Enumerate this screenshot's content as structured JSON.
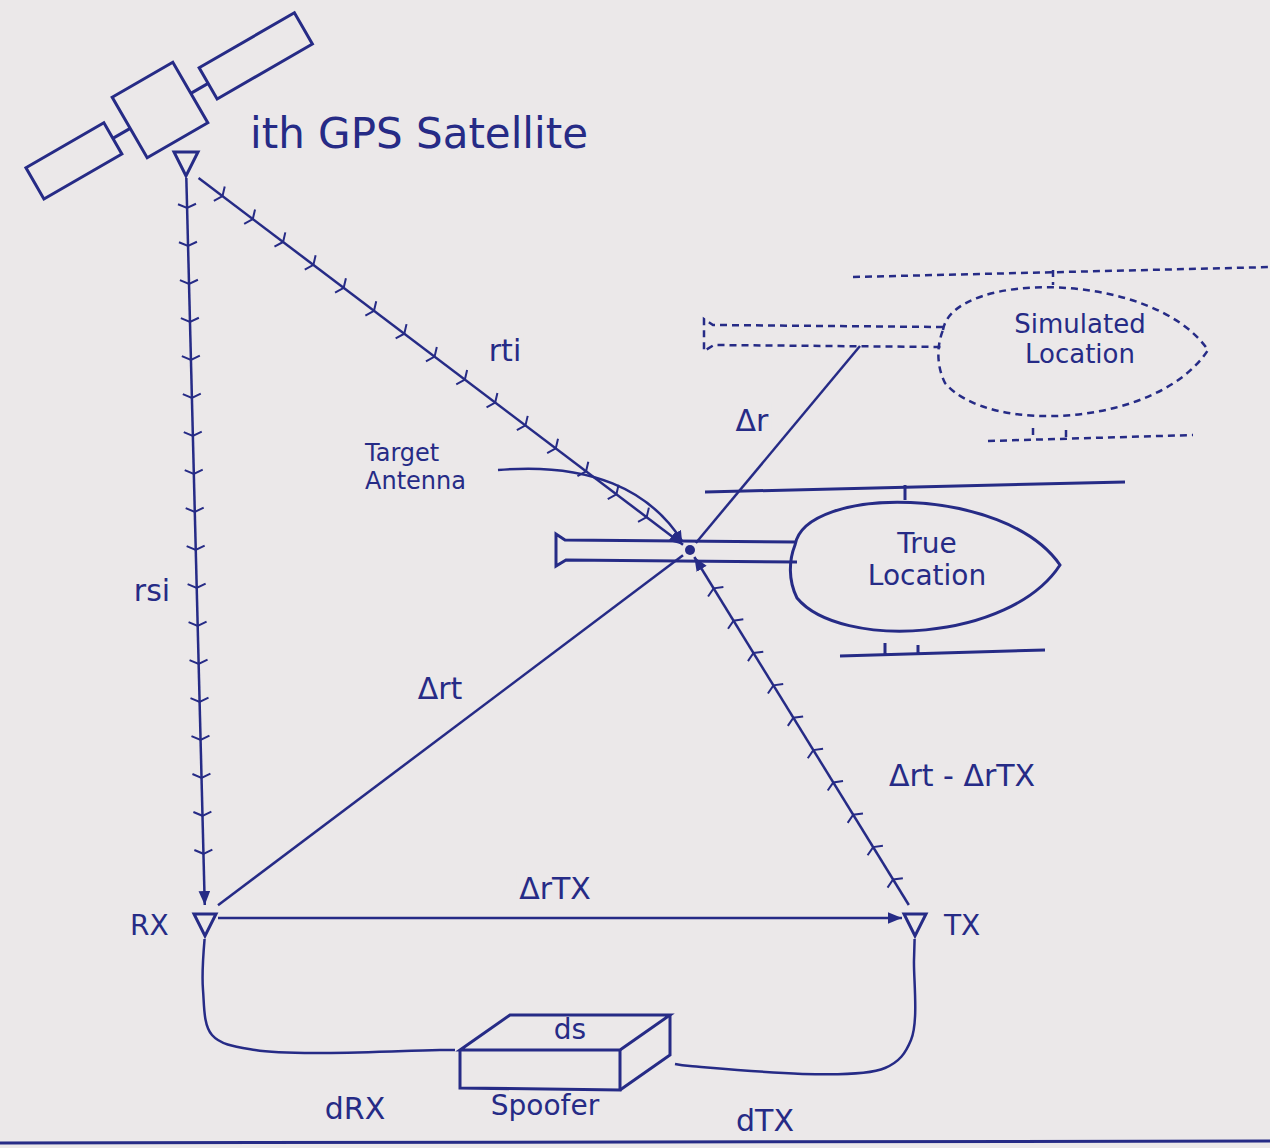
{
  "diagram": {
    "nodes": [
      {
        "text": [
          "ith GPS Satellite"
        ]
      },
      {
        "text": [
          "Simulated Location"
        ]
      },
      {
        "text": [
          "True Location"
        ]
      },
      {
        "text": [
          "Target Antenna"
        ],
        "in": 2
      },
      {
        "text": [
          "RX"
        ]
      },
      {
        "text": [
          "TX"
        ]
      },
      {
        "text": [
          "ds",
          "Spoofer"
        ]
      }
    ],
    "edges": [
      {
        "from": 0,
        "to": 4,
        "label": "rsi",
        "arrow": "to"
      },
      {
        "from": 0,
        "to": 3,
        "label": "rti",
        "arrow": "to"
      },
      {
        "from": 3,
        "to": 1,
        "label": "Δr",
        "arrow": "none"
      },
      {
        "from": 4,
        "to": 3,
        "label": "Δrt",
        "arrow": "none"
      },
      {
        "from": 5,
        "to": 3,
        "label": "Δrt - ΔrTX",
        "arrow": "to"
      },
      {
        "from": 4,
        "to": 5,
        "label": "ΔrTX",
        "arrow": "to"
      },
      {
        "from": 4,
        "to": 6,
        "label": "dRX",
        "arrow": "none"
      },
      {
        "from": 6,
        "to": 5,
        "label": "dTX",
        "arrow": "none"
      }
    ]
  }
}
